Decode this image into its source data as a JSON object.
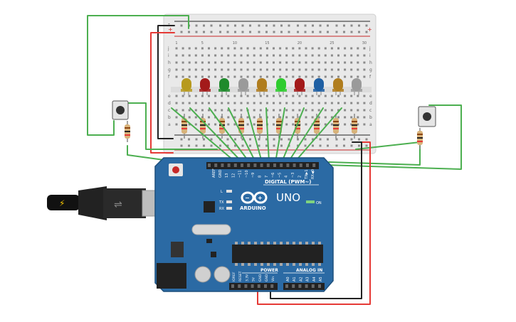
{
  "board": {
    "name": "UNO",
    "brand": "ARDUINO",
    "digital_label": "DIGITAL (PWM~)",
    "power_label": "POWER",
    "analog_label": "ANALOG IN",
    "on_label": "ON",
    "l_label": "L",
    "tx_label": "TX",
    "rx_label": "RX",
    "aref_label": "AREF",
    "gnd_label": "GND",
    "tx1_label": "TX▶1",
    "rx0_label": "RX◀0",
    "digital_pins": [
      "13",
      "12",
      "~11",
      "~10",
      "~9",
      "8",
      "7",
      "~6",
      "~5",
      "4",
      "~3",
      "2"
    ],
    "power_pins": [
      "IOREF",
      "RESET",
      "3.3V",
      "5V",
      "GND",
      "GND",
      "Vin"
    ],
    "analog_pins": [
      "A0",
      "A1",
      "A2",
      "A3",
      "A4",
      "A5"
    ],
    "color": "#2b6aa4"
  },
  "breadboard": {
    "col_numbers": [
      "1",
      "5",
      "10",
      "15",
      "20",
      "25",
      "30"
    ],
    "row_letters_top": [
      "j",
      "i",
      "h",
      "g",
      "f"
    ],
    "row_letters_bottom": [
      "e",
      "d",
      "c",
      "b",
      "a"
    ],
    "rail_plus": "+",
    "rail_minus": "-"
  },
  "leds": [
    {
      "color": "#b79a1e"
    },
    {
      "color": "#a31a1a"
    },
    {
      "color": "#1e8a2b"
    },
    {
      "color": "#9a9a9a"
    },
    {
      "color": "#b07d1e"
    },
    {
      "color": "#2ecc2e"
    },
    {
      "color": "#a31a1a"
    },
    {
      "color": "#1e5fa3"
    },
    {
      "color": "#b07d1e"
    },
    {
      "color": "#9a9a9a"
    }
  ],
  "wire_colors": {
    "signal": "#4caf50",
    "power": "#e53935",
    "ground": "#222222"
  }
}
